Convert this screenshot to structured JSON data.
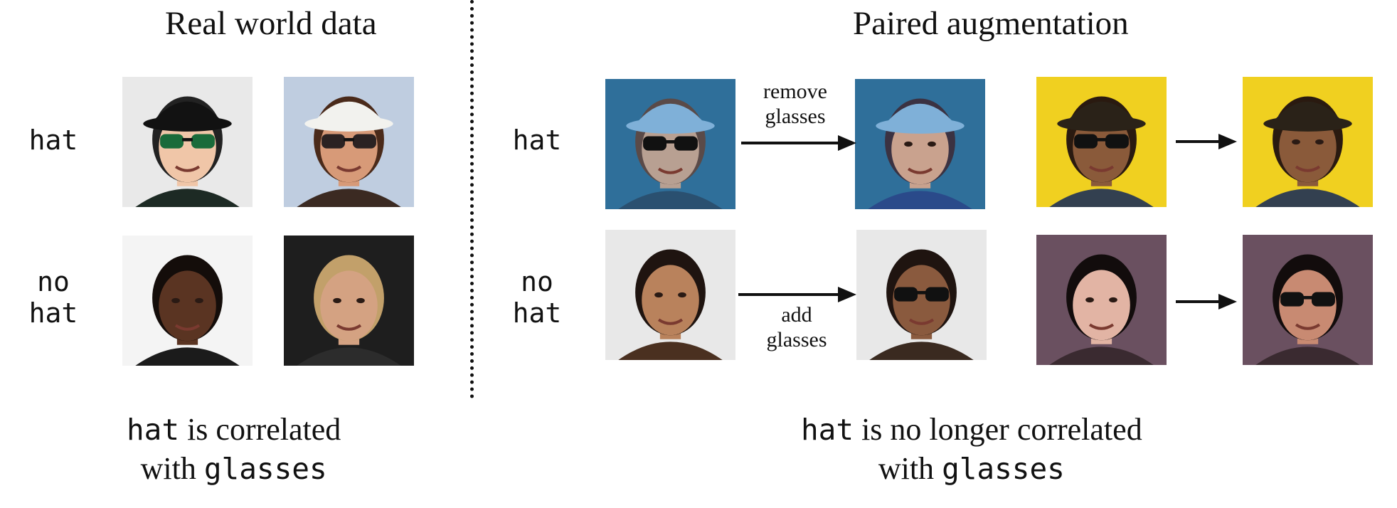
{
  "left_panel": {
    "title": "Real world data",
    "row_labels": [
      "hat",
      "no\nhat"
    ],
    "caption": {
      "term_a": "hat",
      "middle": " is correlated",
      "line2_prefix": "with ",
      "term_b": "glasses"
    }
  },
  "right_panel": {
    "title": "Paired augmentation",
    "row_labels": [
      "hat",
      "no\nhat"
    ],
    "arrow_labels": {
      "remove": "remove\nglasses",
      "add": "add\nglasses"
    },
    "caption": {
      "term_a": "hat",
      "middle": " is no longer correlated",
      "line2_prefix": "with ",
      "term_b": "glasses"
    }
  },
  "faces": {
    "left_hat_1": {
      "skin": "#f0c6a8",
      "hair": "#222222",
      "hat": "#121212",
      "glasses": "#1a6b3a",
      "bg": "#e9e9e9",
      "shirt": "#1d2a24"
    },
    "left_hat_2": {
      "skin": "#d79a78",
      "hair": "#4a2a1a",
      "hat": "#f2f2ee",
      "glasses": "#2b2222",
      "bg": "#bfcde0",
      "shirt": "#3b2a22"
    },
    "left_nohat_1": {
      "skin": "#5a3422",
      "hair": "#140d0a",
      "hat": null,
      "glasses": null,
      "bg": "#f4f4f4",
      "shirt": "#1b1b1b"
    },
    "left_nohat_2": {
      "skin": "#d4a282",
      "hair": "#c2a06a",
      "hat": null,
      "glasses": null,
      "bg": "#1e1e1e",
      "shirt": "#2c2c2c"
    },
    "right_hat_rem_src": {
      "skin": "#b8a092",
      "hair": "#5a4a48",
      "hat": "#7fb0d8",
      "glasses": "#111111",
      "bg": "#2f6f9a",
      "shirt": "#2a5070"
    },
    "right_hat_rem_dst": {
      "skin": "#c9a28e",
      "hair": "#3b3242",
      "hat": "#7fb0d8",
      "glasses": null,
      "bg": "#2f6f9a",
      "shirt": "#2a4a8a"
    },
    "right_hat_b_src": {
      "skin": "#8a5a3a",
      "hair": "#2a1a10",
      "hat": "#2a2218",
      "glasses": "#111111",
      "bg": "#f0d020",
      "shirt": "#334050"
    },
    "right_hat_b_dst": {
      "skin": "#8a5a3a",
      "hair": "#2a1a10",
      "hat": "#2a2218",
      "glasses": null,
      "bg": "#f0d020",
      "shirt": "#334050"
    },
    "right_nohat_add_src": {
      "skin": "#b9825c",
      "hair": "#1f1410",
      "hat": null,
      "glasses": null,
      "bg": "#e8e8e8",
      "shirt": "#4a3020"
    },
    "right_nohat_add_dst": {
      "skin": "#8a5a3e",
      "hair": "#1f1410",
      "hat": null,
      "glasses": "#111111",
      "bg": "#e8e8e8",
      "shirt": "#3a2a20"
    },
    "right_nohat_b_src": {
      "skin": "#e2b4a4",
      "hair": "#120c0c",
      "hat": null,
      "glasses": null,
      "bg": "#6a5060",
      "shirt": "#3a2a30"
    },
    "right_nohat_b_dst": {
      "skin": "#c88a72",
      "hair": "#120c0c",
      "hat": null,
      "glasses": "#111111",
      "bg": "#6a5060",
      "shirt": "#3a2a30"
    }
  }
}
